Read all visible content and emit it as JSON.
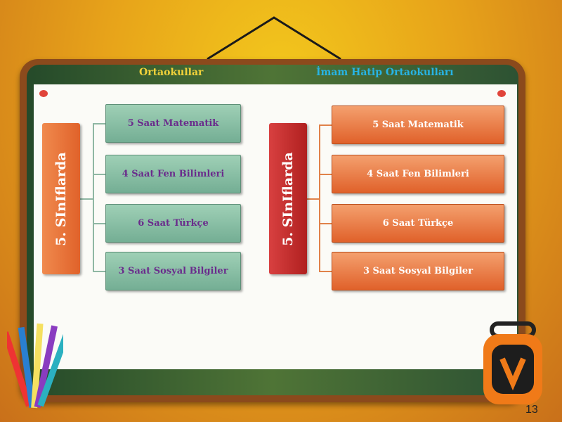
{
  "headers": {
    "left": "Ortaokullar",
    "right": "İmam Hatip Ortaokulları"
  },
  "left": {
    "grade": "5. SInIflarda",
    "items": [
      "5 Saat Matematik",
      "4 Saat Fen Bilimleri",
      "6 Saat Türkçe",
      "3 Saat Sosyal Bilgiler"
    ]
  },
  "right": {
    "grade": "5. SInIflarda",
    "items": [
      "5 Saat Matematik",
      "4 Saat Fen Bilimleri",
      "6 Saat Türkçe",
      "3 Saat Sosyal Bilgiler"
    ]
  },
  "page_number": "13"
}
